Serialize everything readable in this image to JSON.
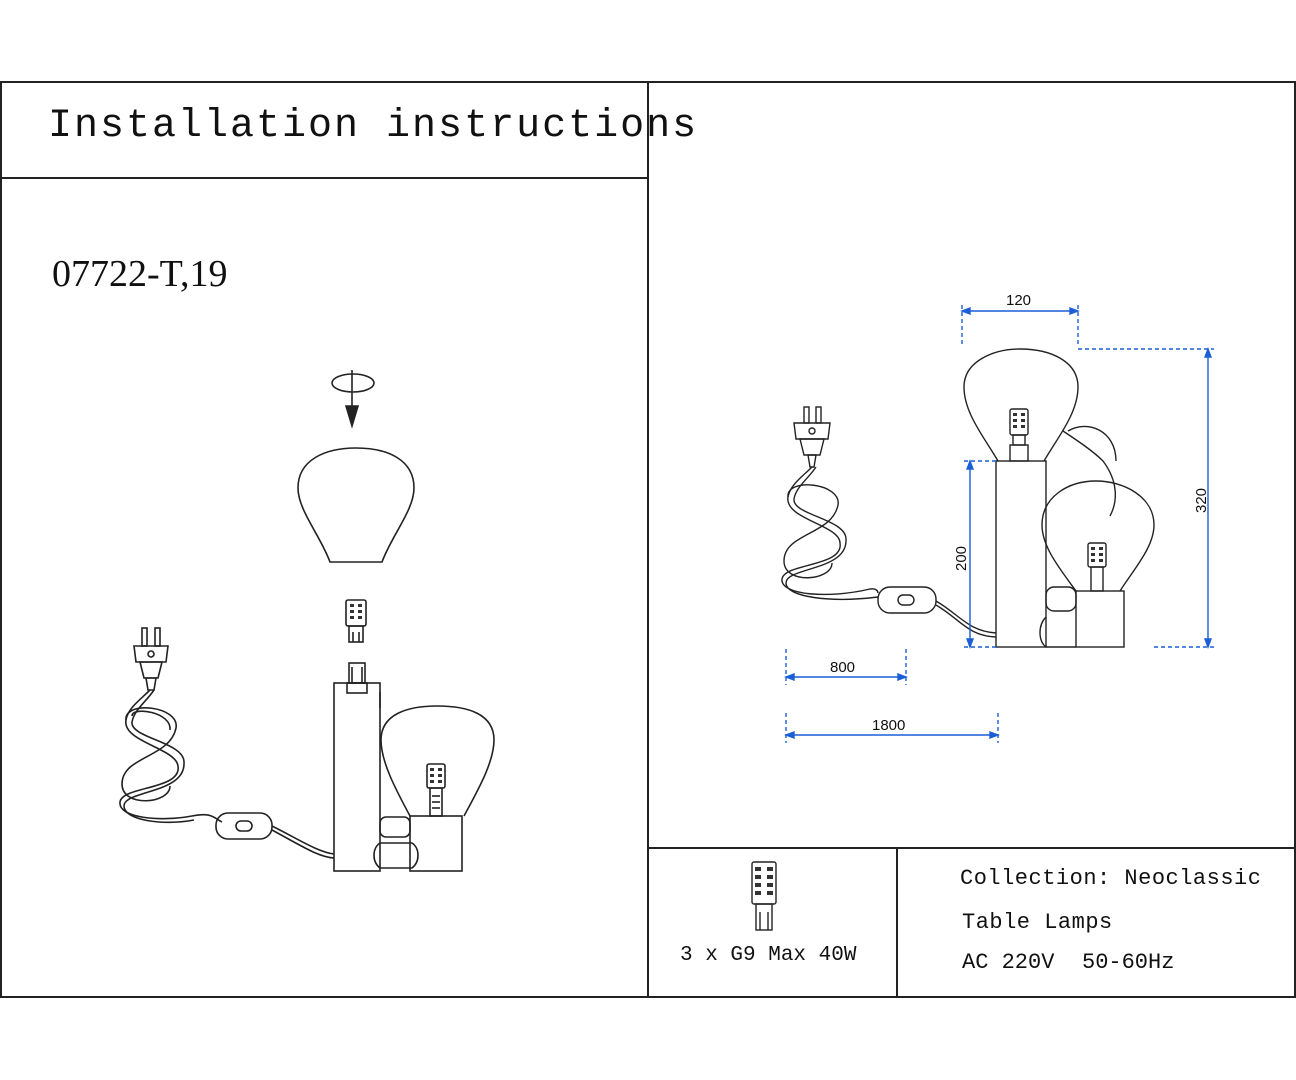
{
  "header": {
    "title": "Installation instructions"
  },
  "product": {
    "model": "07722-T,19"
  },
  "lamp": {
    "spec": "3 x G9 Max 40W"
  },
  "info": {
    "collection": "Collection: Neoclassic",
    "category": "Table Lamps",
    "voltage": "AC 220V",
    "frequency": "50-60Hz"
  },
  "dimensions": {
    "top_width": "120",
    "total_height": "320",
    "column_height": "200",
    "cord_short": "800",
    "cord_long": "1800"
  },
  "colors": {
    "line": "#222222",
    "dimension": "#1a5fd6"
  }
}
